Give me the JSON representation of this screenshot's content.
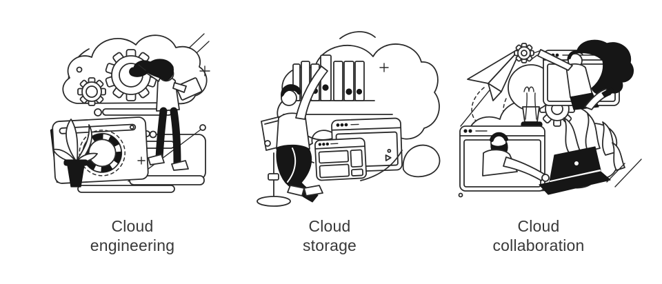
{
  "figures": [
    {
      "title": "Cloud engineering",
      "line1": "Cloud",
      "line2": "engineering",
      "elements": [
        "cloud-icon",
        "gear-icon",
        "small-gear-icon",
        "woman-with-tablet",
        "dashboard-panel",
        "progress-ring",
        "potted-plant",
        "sparkle-icon",
        "accent-lines"
      ]
    },
    {
      "title": "Cloud storage",
      "line1": "Cloud",
      "line2": "storage",
      "elements": [
        "cloud-icon",
        "binder-shelf",
        "man-reaching",
        "stool",
        "browser-window",
        "browser-window-layout",
        "sparkle-icon"
      ]
    },
    {
      "title": "Cloud collaboration",
      "line1": "Cloud",
      "line2": "collaboration",
      "elements": [
        "paper-plane-icon",
        "dashed-trail",
        "cloud-icon",
        "lightbulb-icon",
        "gear-icon",
        "woman-in-window",
        "man-in-window",
        "laptop",
        "plant-leaves",
        "accent-lines"
      ]
    }
  ],
  "colors": {
    "background": "#ffffff",
    "line": "#2a2a2a",
    "ink": "#161616",
    "caption_text": "#383838"
  }
}
